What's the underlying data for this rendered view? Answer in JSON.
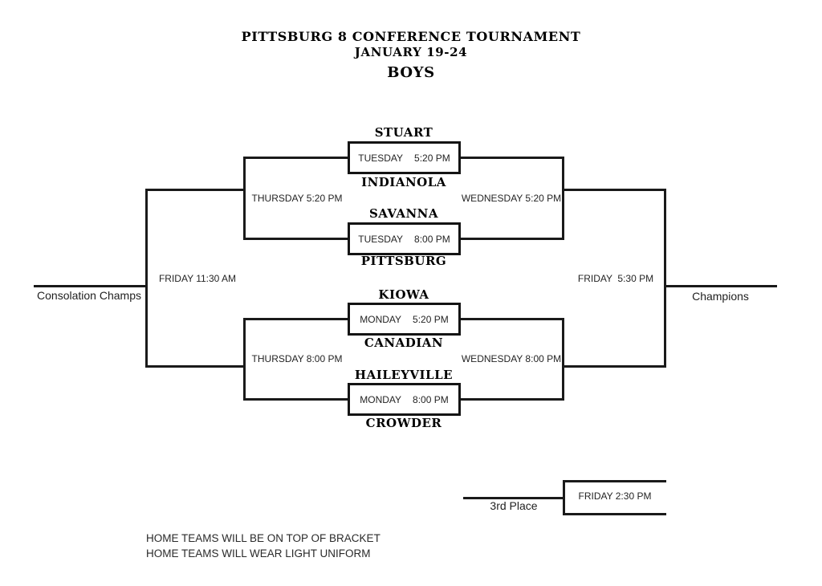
{
  "title": {
    "line1": "PITTSBURG 8 CONFERENCE TOURNAMENT",
    "line2": "JANUARY 19-24",
    "line3": "BOYS"
  },
  "bracket": {
    "games": [
      {
        "top_team": "STUART",
        "bottom_team": "INDIANOLA",
        "day": "TUESDAY",
        "time": "5:20 PM"
      },
      {
        "top_team": "SAVANNA",
        "bottom_team": "PITTSBURG",
        "day": "TUESDAY",
        "time": "8:00 PM"
      },
      {
        "top_team": "KIOWA",
        "bottom_team": "CANADIAN",
        "day": "MONDAY",
        "time": "5:20 PM"
      },
      {
        "top_team": "HAILEYVILLE",
        "bottom_team": "CROWDER",
        "day": "MONDAY",
        "time": "8:00 PM"
      }
    ],
    "semifinal_labels": {
      "consolation_top": "THURSDAY 5:20 PM",
      "consolation_bottom": "THURSDAY 8:00 PM",
      "winners_top": "WEDNESDAY 5:20 PM",
      "winners_bottom": "WEDNESDAY 8:00 PM"
    },
    "final_labels": {
      "consolation_final": "FRIDAY 11:30 AM",
      "championship_final": "FRIDAY  5:30 PM",
      "third_place_game": "FRIDAY 2:30 PM"
    },
    "result_labels": {
      "consolation_champs": "Consolation Champs",
      "champions": "Champions",
      "third_place": "3rd Place"
    }
  },
  "notes": [
    "HOME TEAMS WILL BE ON TOP OF BRACKET",
    "HOME TEAMS WILL WEAR LIGHT UNIFORM"
  ],
  "colors": {
    "background": "#ffffff",
    "line": "#1a1a1a",
    "text": "#1f1f1f"
  }
}
